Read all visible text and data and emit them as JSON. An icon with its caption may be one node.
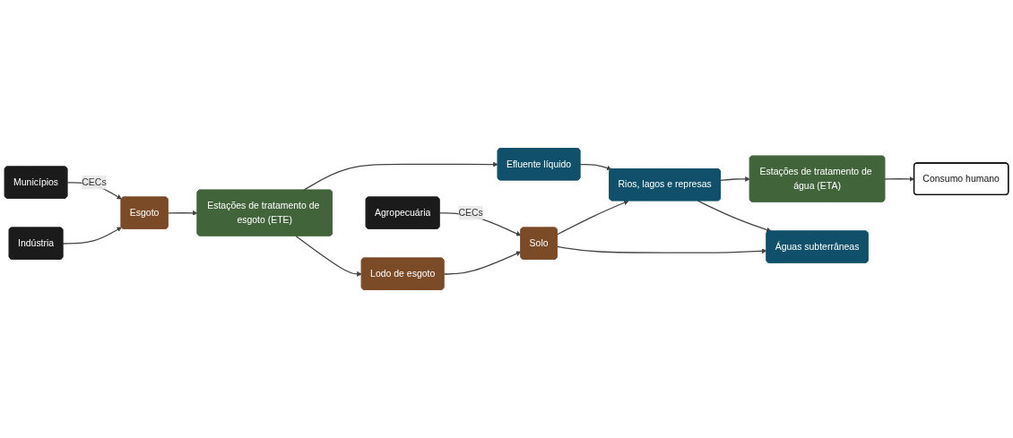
{
  "diagram": {
    "nodes": [
      {
        "text": [
          "Municípios"
        ]
      },
      {
        "text": [
          "Indústria"
        ]
      },
      {
        "text": [
          "Esgoto"
        ]
      },
      {
        "text": [
          "Estações de tratamento de esgoto (ETE)"
        ]
      },
      {
        "text": [
          "Efluente líquido"
        ]
      },
      {
        "text": [
          "Lodo de esgoto"
        ]
      },
      {
        "text": [
          "Consumo humano"
        ]
      },
      {
        "text": [
          "Rios, lagos e represas"
        ]
      },
      {
        "text": [
          "Solo"
        ]
      },
      {
        "text": [
          "Estações de tratamento de água (ETA)"
        ]
      },
      {
        "text": [
          "Águas subterrâneas"
        ]
      },
      {
        "text": [
          "Agropecuária"
        ]
      }
    ],
    "edges": [
      {
        "from": 0,
        "to": 2,
        "arrow": "to",
        "label": "CECs"
      },
      {
        "from": 1,
        "to": 2,
        "arrow": "to"
      },
      {
        "from": 2,
        "to": 3,
        "arrow": "to"
      },
      {
        "from": 3,
        "to": 4,
        "arrow": "to"
      },
      {
        "from": 3,
        "to": 5,
        "arrow": "to"
      },
      {
        "from": 4,
        "to": 7,
        "arrow": "to"
      },
      {
        "from": 5,
        "to": 8,
        "arrow": "to"
      },
      {
        "from": 8,
        "to": 7,
        "arrow": "to"
      },
      {
        "from": 8,
        "to": 10,
        "arrow": "to"
      },
      {
        "from": 7,
        "to": 9,
        "arrow": "to"
      },
      {
        "from": 7,
        "to": 10,
        "arrow": "to"
      },
      {
        "from": 9,
        "to": 6,
        "arrow": "to"
      },
      {
        "from": 11,
        "to": 8,
        "arrow": "to",
        "label": "CECs"
      }
    ]
  }
}
